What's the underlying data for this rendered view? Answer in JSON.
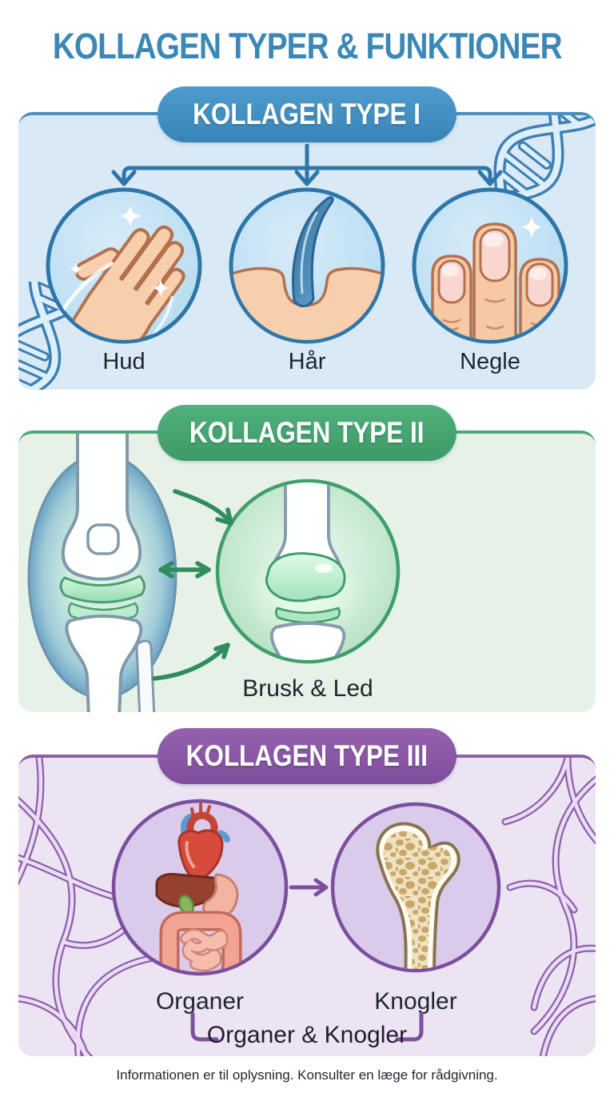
{
  "title": "KOLLAGEN TYPER & FUNKTIONER",
  "footer": "Informationen er til oplysning. Konsulter en læge for rådgivning.",
  "type1": {
    "banner": "KOLLAGEN TYPE I",
    "items": [
      {
        "label": "Hud"
      },
      {
        "label": "Hår"
      },
      {
        "label": "Negle"
      }
    ],
    "accent": "#3E8FC4",
    "panel_bg": "#D9EAF6",
    "icons": [
      "dna-helix",
      "hand-skin",
      "hair-follicle",
      "fingernails"
    ]
  },
  "type2": {
    "banner": "KOLLAGEN TYPE II",
    "label": "Brusk & Led",
    "accent": "#44A571",
    "panel_bg": "#E6F2E8",
    "icons": [
      "knee-joint",
      "knee-joint-zoom",
      "arrows"
    ]
  },
  "type3": {
    "banner": "KOLLAGEN TYPE III",
    "items": [
      {
        "label": "Organer"
      },
      {
        "label": "Knogler"
      }
    ],
    "combined": "Organer & Knogler",
    "accent": "#8A56A5",
    "panel_bg": "#ECE4F3",
    "icons": [
      "internal-organs",
      "femur-bone",
      "collagen-fibers",
      "arrow"
    ]
  }
}
